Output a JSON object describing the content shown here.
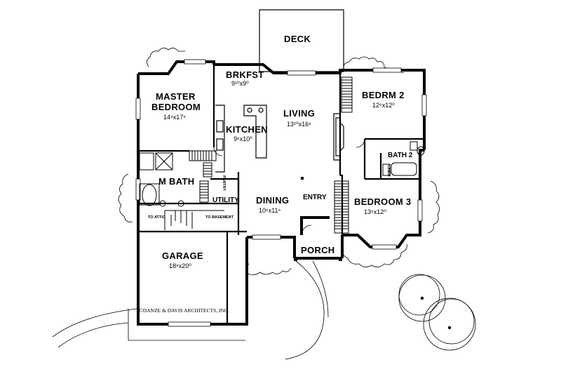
{
  "rooms": {
    "deck": {
      "name": "DECK"
    },
    "brkfst": {
      "name": "BRKFST",
      "size": "9¹⁰x9⁰"
    },
    "master_bedroom": {
      "name_line1": "MASTER",
      "name_line2": "BEDROOM",
      "size": "14⁸x17⁶"
    },
    "kitchen": {
      "name": "KITCHEN",
      "size": "9⁶x10⁰"
    },
    "living": {
      "name": "LIVING",
      "size": "13¹⁰x16⁶"
    },
    "bedrm2": {
      "name": "BEDRM 2",
      "size": "12⁶x12⁰"
    },
    "bath2": {
      "name": "BATH 2"
    },
    "m_bath": {
      "name": "M BATH"
    },
    "utility": {
      "name": "UTILITY"
    },
    "dining": {
      "name": "DINING",
      "size": "10⁶x11⁶"
    },
    "entry": {
      "name": "ENTRY"
    },
    "bedroom3": {
      "name": "BEDROOM 3",
      "size": "13⁶x12⁰"
    },
    "porch": {
      "name": "PORCH"
    },
    "garage": {
      "name": "GARAGE",
      "size": "18⁸x20⁰"
    }
  },
  "labels": {
    "to_attic": "TO ATTIC",
    "to_basement": "TO BASEMENT",
    "pantry": "PANTRY",
    "linen": "LINEN"
  },
  "credit": "©DANZE & DAVIS ARCHITECTS, INC."
}
